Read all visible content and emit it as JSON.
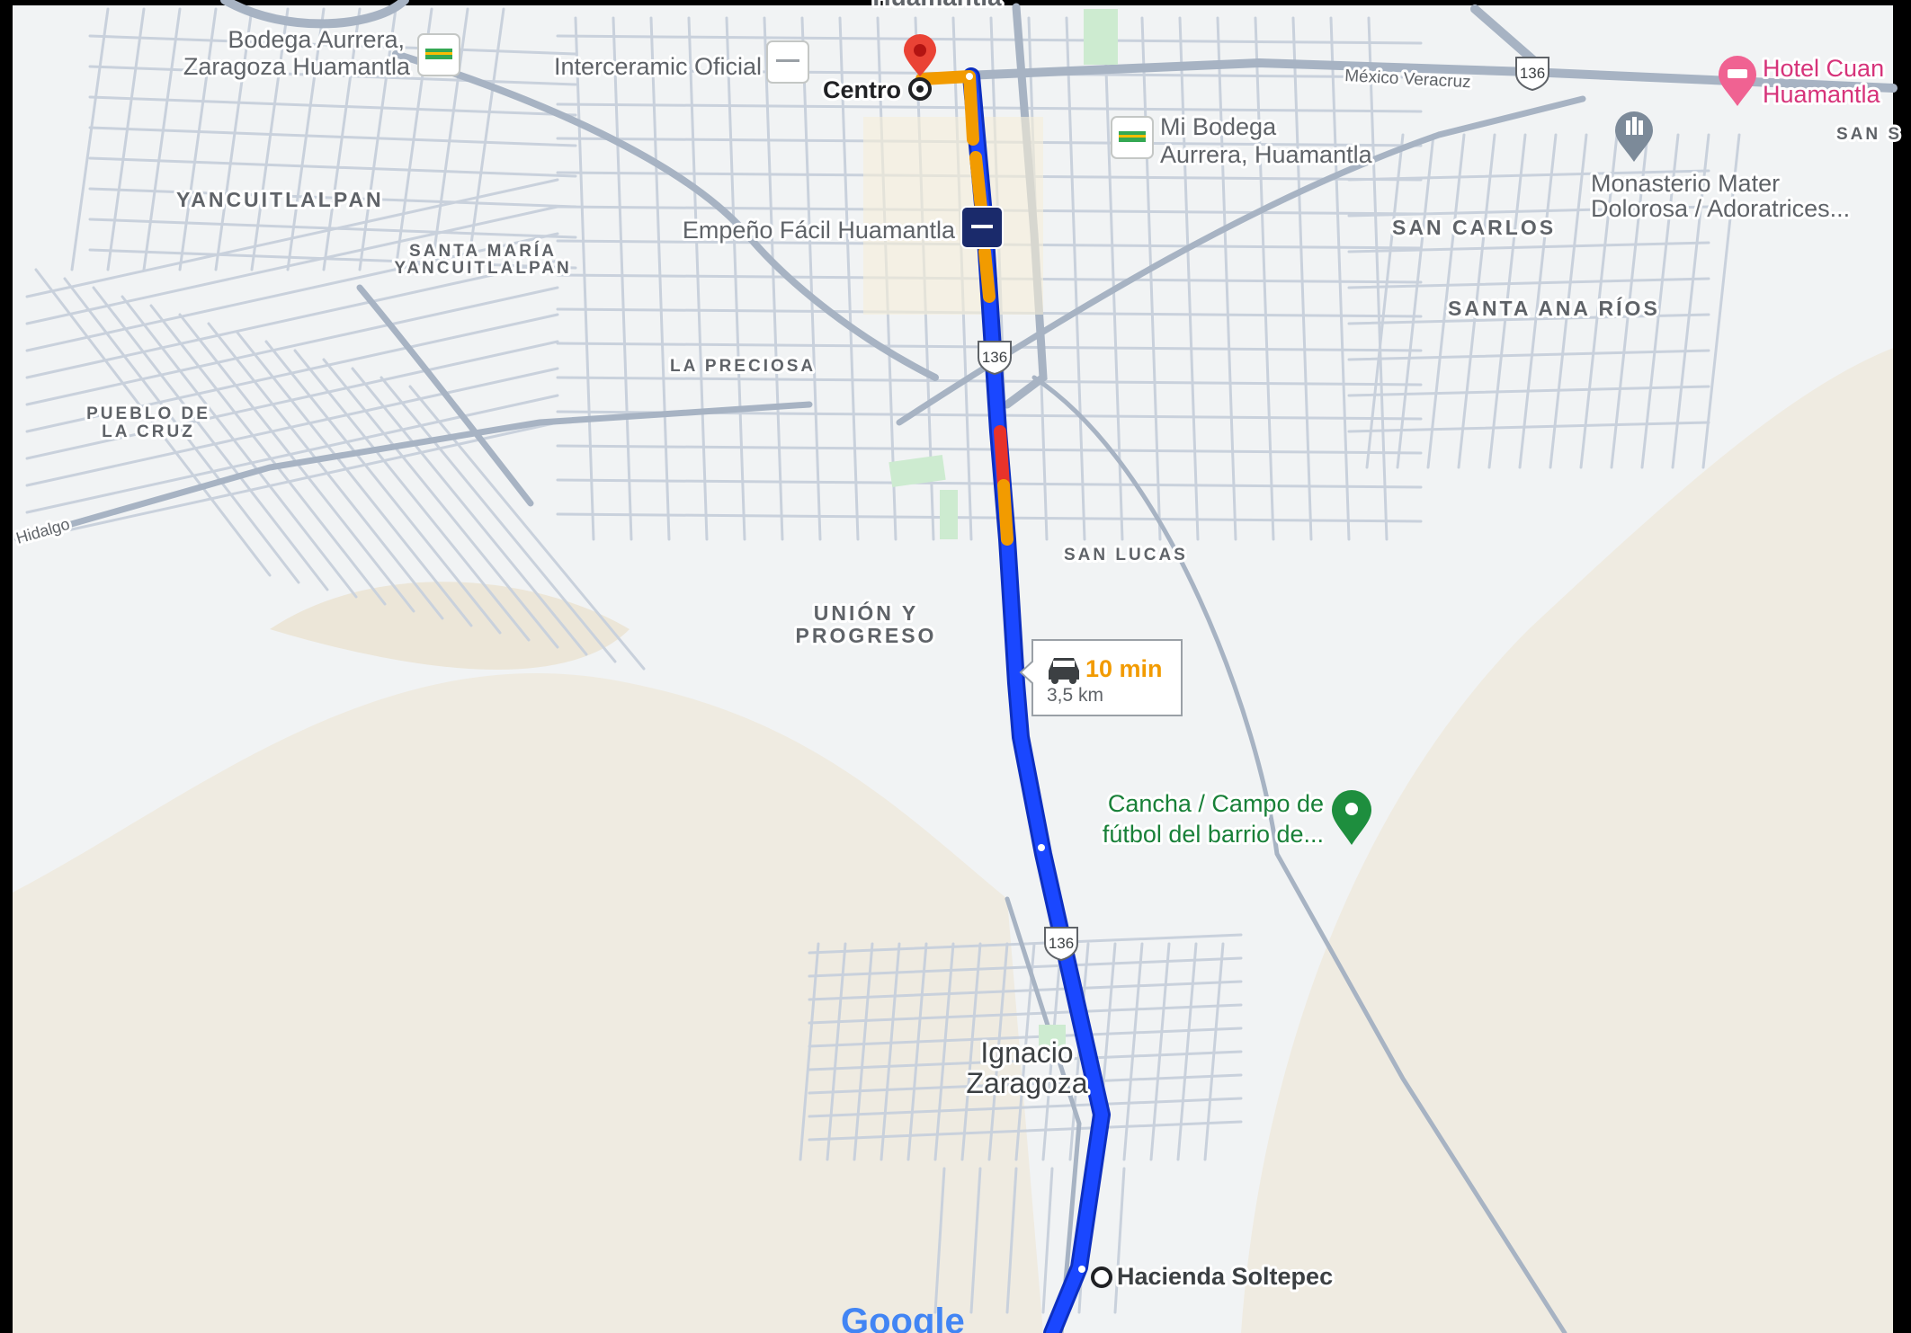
{
  "colors": {
    "land": "#f1f3f4",
    "sand": "#f0ece3",
    "road": "#c7d0dc",
    "road_major": "#9aa6b5",
    "route_blue": "#1a47ff",
    "traffic_orange": "#f29b00",
    "traffic_red": "#e8332a",
    "park": "#cdebd0",
    "pin_red": "#ea4335",
    "eta_orange": "#f29b00"
  },
  "places": {
    "hidalgo": "Hidalgo",
    "yancuitlalpan": "YANCUITLALPAN",
    "santa_maria_1": "SANTA MARÍA",
    "santa_maria_2": "YANCUITLALPAN",
    "pueblo_cruz_1": "PUEBLO DE",
    "pueblo_cruz_2": "LA CRUZ",
    "la_preciosa": "LA PRECIOSA",
    "union_1": "UNIÓN Y",
    "union_2": "PROGRESO",
    "san_lucas": "SAN LUCAS",
    "san_carlos": "SAN CARLOS",
    "santa_ana": "SANTA ANA RÍOS",
    "san_s": "SAN S",
    "huamantla_top": "Huamantla",
    "mexico_veracruz": "México Veracruz",
    "ignacio_1": "Ignacio",
    "ignacio_2": "Zaragoza"
  },
  "pois": {
    "bodega_1": "Bodega Aurrera,",
    "bodega_2": "Zaragoza Huamantla",
    "interceramic": "Interceramic Oficial",
    "mibodega_1": "Mi Bodega",
    "mibodega_2": "Aurrera, Huamantla",
    "empeno": "Empeño Fácil Huamantla",
    "monasterio_1": "Monasterio Mater",
    "monasterio_2": "Dolorosa / Adoratrices...",
    "hotel_1": "Hotel Cuan",
    "hotel_2": "Huamantla",
    "cancha_1": "Cancha / Campo de",
    "cancha_2": "fútbol del barrio de..."
  },
  "route": {
    "origin": "Centro",
    "destination": "Hacienda Soltepec",
    "duration": "10 min",
    "distance": "3,5 km",
    "shield": "136"
  },
  "branding": "Google",
  "icons": {
    "destination_pin": "red-pin-icon",
    "car": "car-icon",
    "store": "store-icon",
    "bank": "bank-icon",
    "church": "church-icon",
    "hotel": "hotel-icon",
    "park": "park-pin-icon"
  }
}
